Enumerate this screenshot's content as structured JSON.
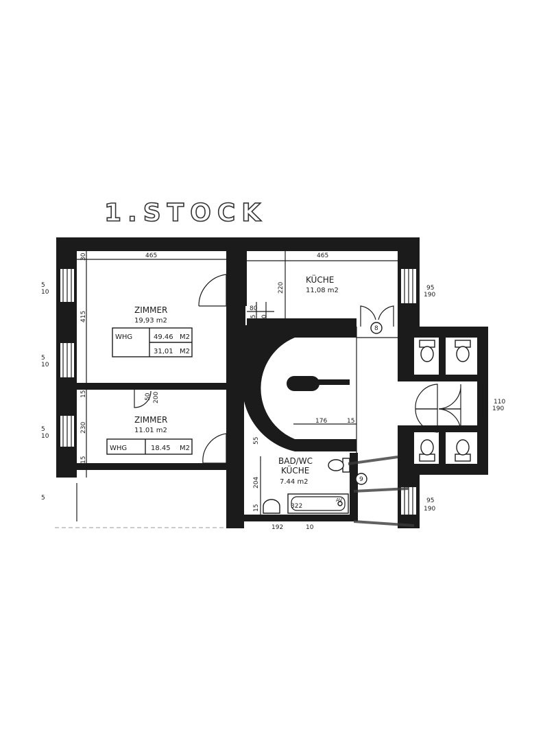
{
  "title": "1.STOCK",
  "rooms": {
    "zimmer1": {
      "name": "ZIMMER",
      "area": "19,93 m2"
    },
    "kueche1": {
      "name": "KÜCHE",
      "area": "11,08 m2"
    },
    "zimmer2": {
      "name": "ZIMMER",
      "area": "11.01 m2"
    },
    "badwc": {
      "name1": "BAD/WC",
      "name2": "KÜCHE",
      "area": "7.44 m2"
    }
  },
  "whg_boxes": {
    "box1": {
      "label": "WHG",
      "value1": "49.46",
      "unit1": "M2",
      "value2": "31,01",
      "unit2": "M2"
    },
    "box2": {
      "label": "WHG",
      "value": "18.45",
      "unit": "M2"
    }
  },
  "dimensions": {
    "top_left_width": "465",
    "top_right_width": "465",
    "wall_30": "30",
    "height_415": "415",
    "height_15a": "15",
    "height_230": "230",
    "height_15b": "15",
    "door_220": "220",
    "door_80": "80",
    "door_10": "10",
    "door_15": "15",
    "door_50": "50",
    "door_200": "200",
    "window_95_top": "95",
    "window_190_top": "190",
    "window_110": "110",
    "window_190_mid": "190",
    "window_95_bottom": "95",
    "window_190_bottom": "190",
    "corridor_176": "176",
    "corridor_15": "15",
    "bath_55": "55",
    "bath_204": "204",
    "bath_15": "15",
    "bath_322": "322",
    "bottom_192": "192",
    "bottom_10": "10",
    "left_5a": "5",
    "left_10a": "10",
    "left_5b": "5",
    "left_10b": "10",
    "left_5c": "5",
    "left_10c": "10",
    "left_5d": "5"
  },
  "markers": {
    "shaft_8": "8",
    "shaft_9": "9",
    "tub_tag": "AV"
  }
}
